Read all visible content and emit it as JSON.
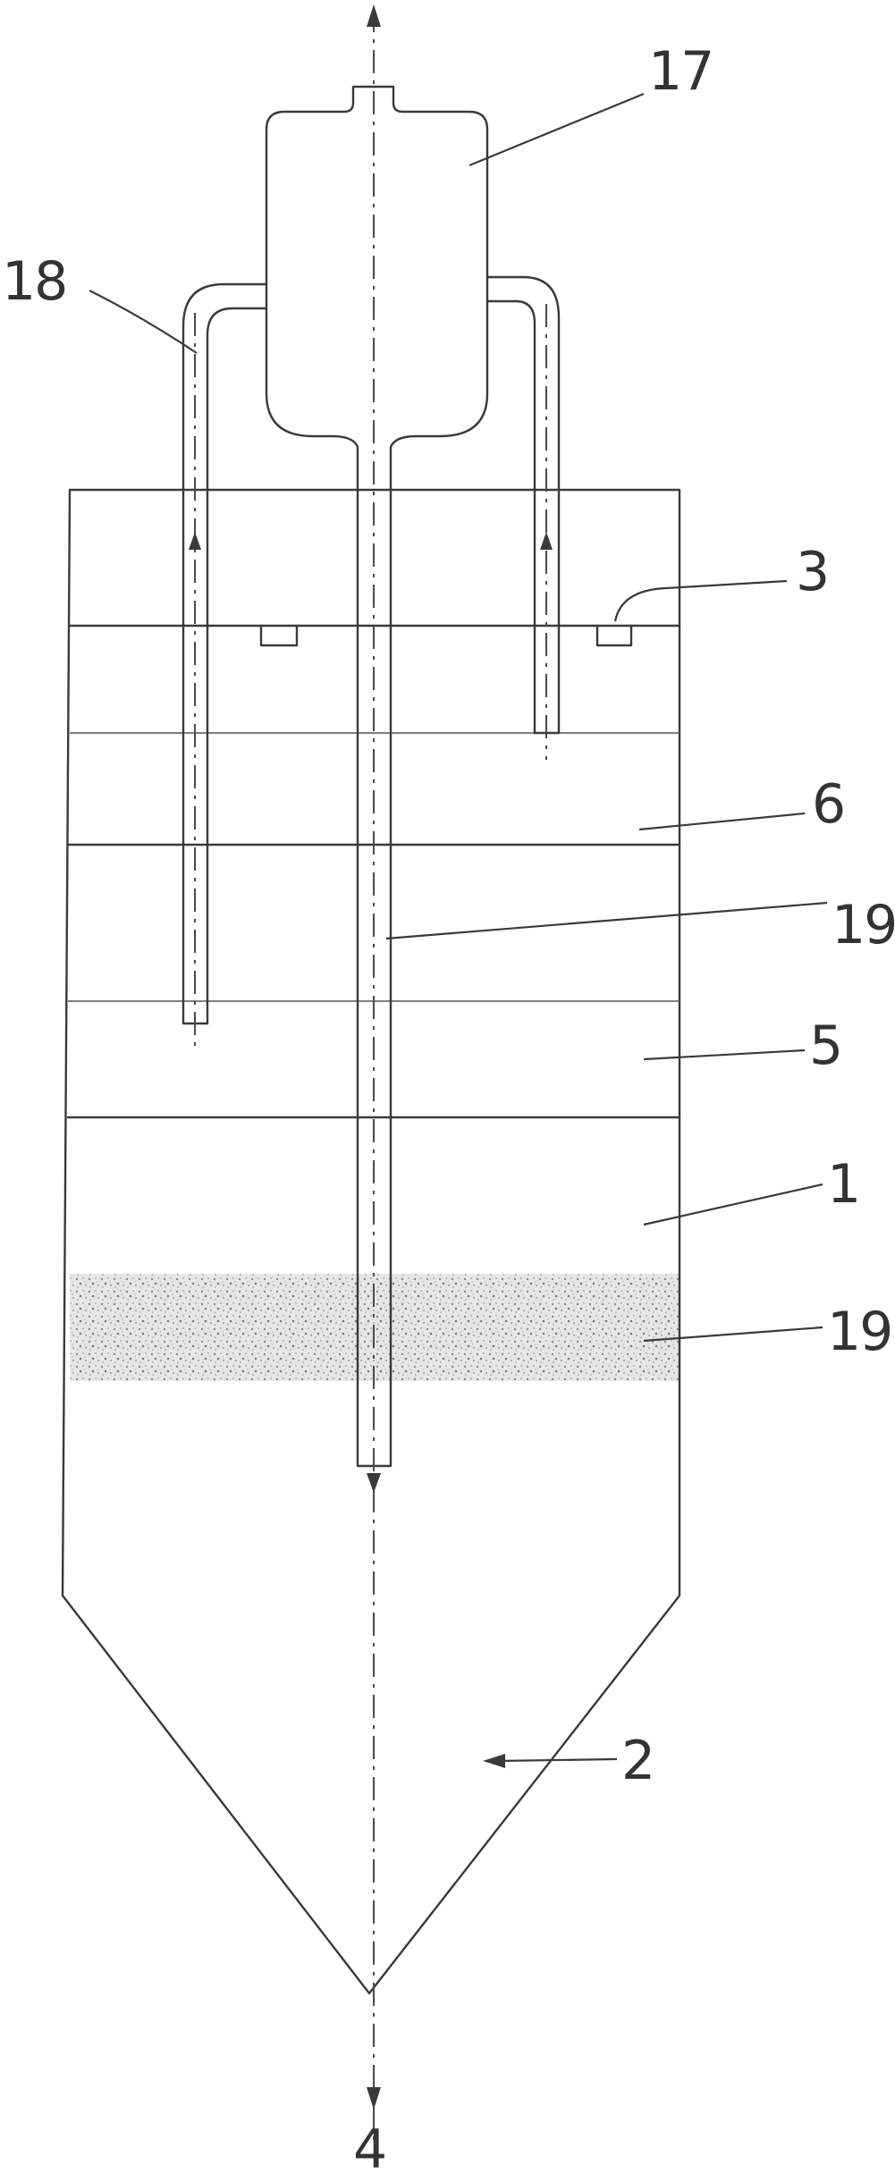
{
  "labels": {
    "vessel_top_device": "17",
    "return_pipe": "18",
    "weir": "3",
    "upper_zone": "6",
    "central_pipe": "19",
    "middle_zone": "5",
    "main_chamber": "1",
    "sludge_layer": "19",
    "cone_bottom": "2",
    "outlet": "4"
  }
}
